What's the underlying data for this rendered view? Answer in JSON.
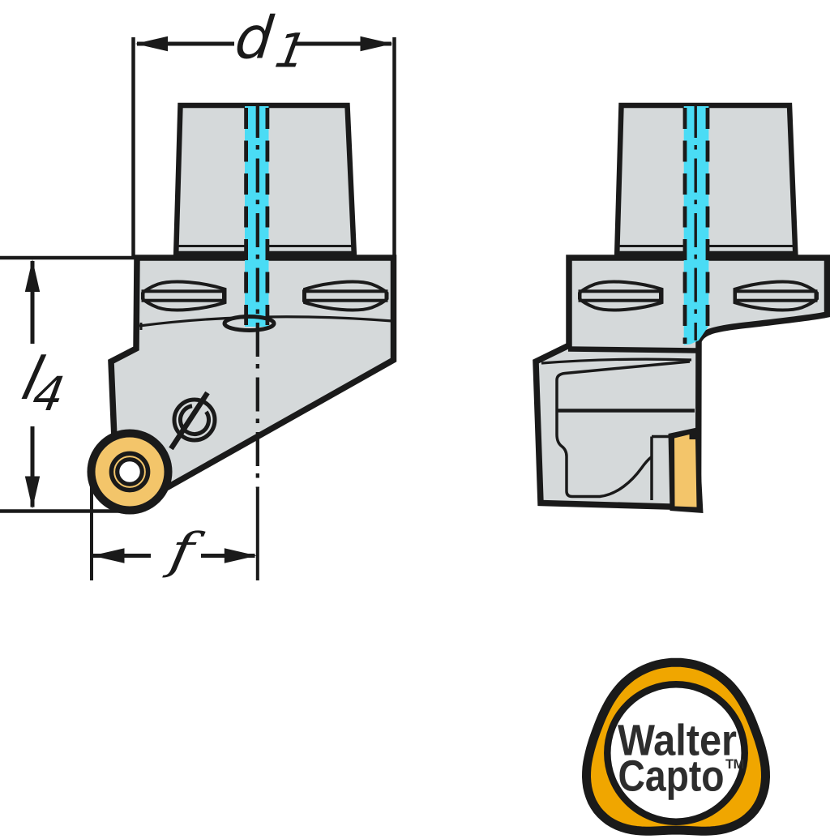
{
  "labels": {
    "d1": {
      "base": "d",
      "sub": "1"
    },
    "l4": {
      "base": "l",
      "sub": "4"
    },
    "f": {
      "base": "f"
    }
  },
  "logo": {
    "line1": "Walter",
    "line2": "Capto",
    "tm": "TM"
  },
  "colors": {
    "background": "#ffffff",
    "outline": "#1a1a1a",
    "body_fill": "#d5d9da",
    "coolant_cyan": "#4adcf5",
    "insert_gold": "#f3c56a",
    "logo_amber": "#f0a600",
    "logo_text": "#2d2d2d"
  }
}
